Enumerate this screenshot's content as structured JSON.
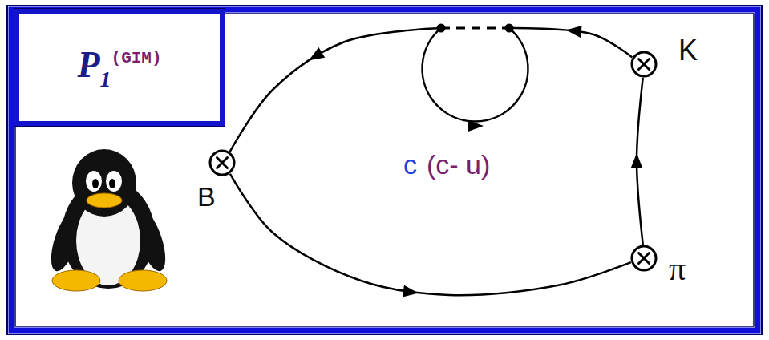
{
  "diagram": {
    "nodes": [
      {
        "text": [
          "P",
          "1",
          "(GIM)"
        ]
      },
      {
        "text": [
          "B"
        ]
      },
      {
        "text": [
          "K"
        ]
      },
      {
        "text": [
          "π"
        ]
      }
    ],
    "edges": [
      {
        "from": 2,
        "to": 1,
        "arrow": "to"
      },
      {
        "from": 1,
        "to": 3,
        "arrow": "to"
      },
      {
        "from": 3,
        "to": 2,
        "arrow": "to"
      }
    ],
    "labels": [
      "c",
      "(c- u)"
    ]
  }
}
